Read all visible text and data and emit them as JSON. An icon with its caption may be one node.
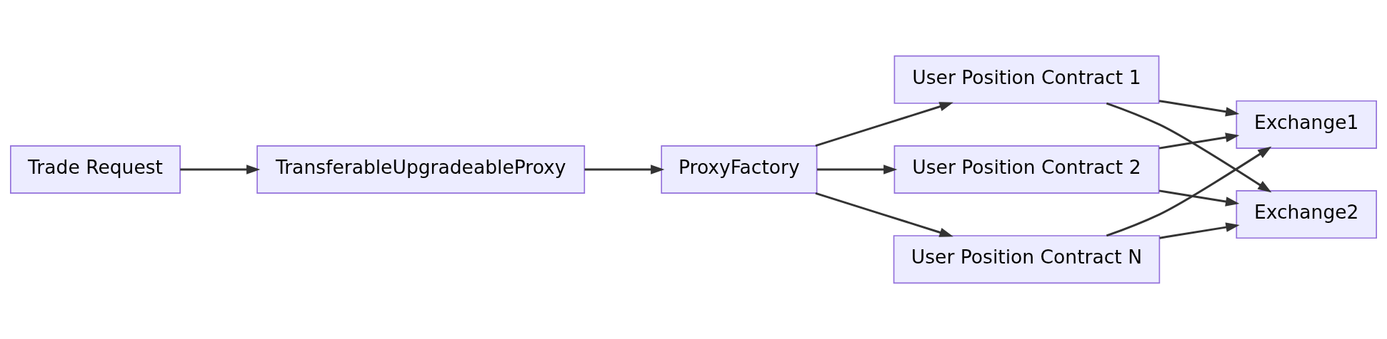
{
  "diagram": {
    "nodes": [
      {
        "text": [
          "Trade Request"
        ]
      },
      {
        "text": [
          "TransferableUpgradeableProxy"
        ]
      },
      {
        "text": [
          "ProxyFactory"
        ]
      },
      {
        "text": [
          "User Position Contract 1"
        ]
      },
      {
        "text": [
          "User Position Contract 2"
        ]
      },
      {
        "text": [
          "User Position Contract N"
        ]
      },
      {
        "text": [
          "Exchange1"
        ]
      },
      {
        "text": [
          "Exchange2"
        ]
      }
    ],
    "edges": [
      {
        "from": 0,
        "to": 1,
        "arrow": "to"
      },
      {
        "from": 1,
        "to": 2,
        "arrow": "to"
      },
      {
        "from": 2,
        "to": 3,
        "arrow": "to"
      },
      {
        "from": 2,
        "to": 4,
        "arrow": "to"
      },
      {
        "from": 2,
        "to": 5,
        "arrow": "to"
      },
      {
        "from": 3,
        "to": 6,
        "arrow": "to"
      },
      {
        "from": 3,
        "to": 7,
        "arrow": "to"
      },
      {
        "from": 4,
        "to": 6,
        "arrow": "to"
      },
      {
        "from": 4,
        "to": 7,
        "arrow": "to"
      },
      {
        "from": 5,
        "to": 6,
        "arrow": "to"
      },
      {
        "from": 5,
        "to": 7,
        "arrow": "to"
      }
    ]
  }
}
